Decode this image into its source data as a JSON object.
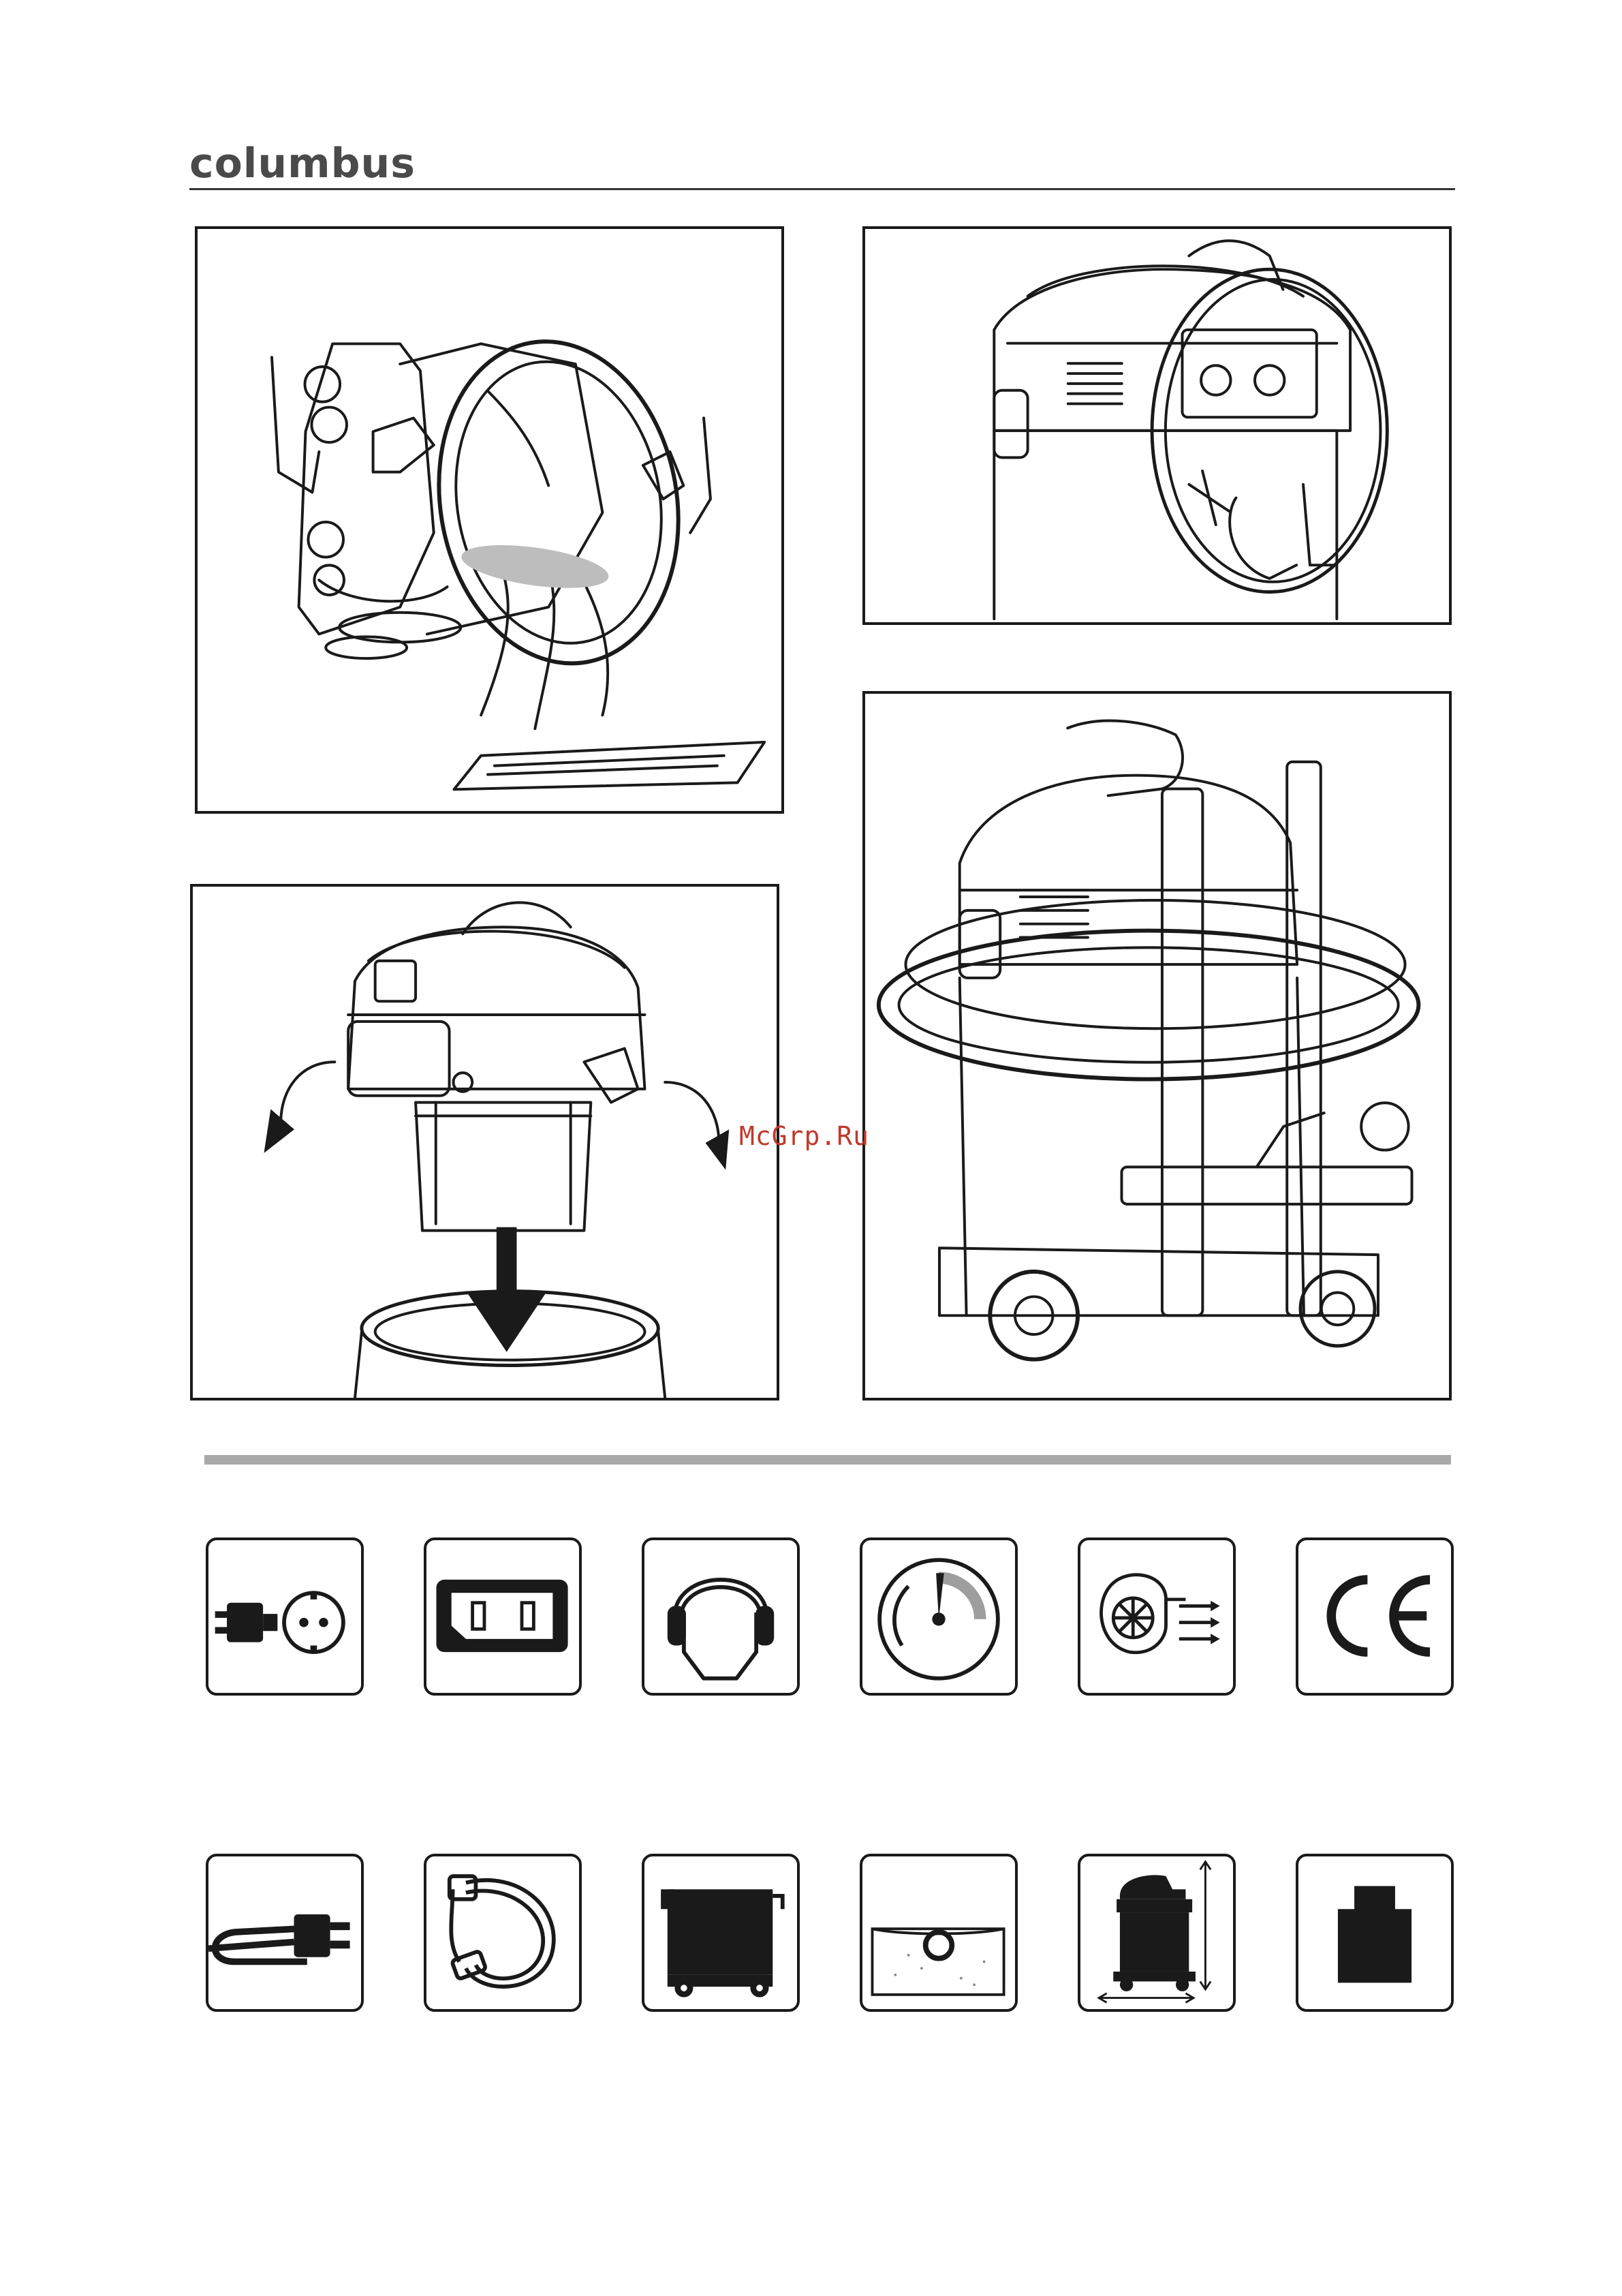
{
  "header": {
    "brand": "columbus"
  },
  "watermark": {
    "text": "McGrp.Ru"
  },
  "figures": [
    {
      "id": "empty-tank-figure",
      "icon": "tank-emptying-illustration"
    },
    {
      "id": "cable-storage-figure",
      "icon": "cable-hook-illustration"
    },
    {
      "id": "remove-head-figure",
      "icon": "head-removal-illustration"
    },
    {
      "id": "accessory-storage-figure",
      "icon": "accessory-trolley-illustration"
    }
  ],
  "symbols_row_1": [
    "plug-socket-icon",
    "appliance-inlet-icon",
    "ear-protection-icon",
    "gauge-icon",
    "airflow-fan-icon",
    "ce-mark-icon"
  ],
  "symbols_row_2": [
    "power-cable-icon",
    "suction-hose-icon",
    "tank-trolley-icon",
    "filter-bag-icon",
    "dimensions-icon",
    "weight-icon"
  ],
  "colors": {
    "line": "#1a1a1a",
    "bar": "#a9a9a9",
    "watermark": "#c0392b"
  }
}
